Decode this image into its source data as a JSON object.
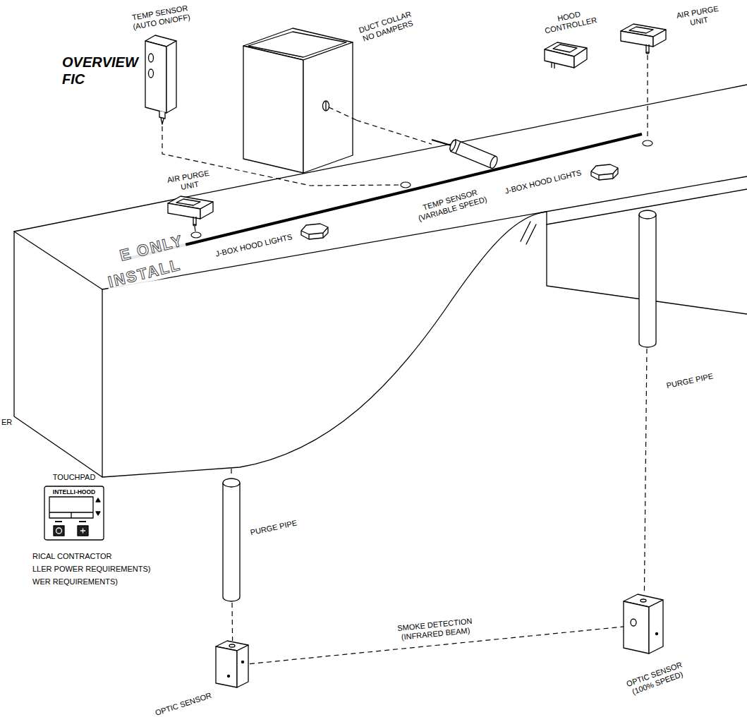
{
  "diagram": {
    "title": "OVERVIEW FIC",
    "nodes": [
      {
        "text": [
          "TEMP SENSOR (AUTO ON/OFF)"
        ]
      },
      {
        "text": [
          "DUCT COLLAR NO DAMPERS"
        ]
      },
      {
        "text": [
          "HOOD CONTROLLER"
        ]
      },
      {
        "text": [
          "AIR PURGE UNIT"
        ]
      },
      {
        "text": [
          "AIR PURGE UNIT"
        ]
      },
      {
        "text": [
          "TEMP SENSOR (VARIABLE SPEED)"
        ]
      },
      {
        "text": [
          "J-BOX HOOD LIGHTS"
        ]
      },
      {
        "text": [
          "J-BOX HOOD LIGHTS"
        ]
      },
      {
        "text": [
          "PURGE PIPE"
        ]
      },
      {
        "text": [
          "TOUCHPAD",
          "INTELLI-HOOD"
        ]
      },
      {
        "text": [
          "PURGE PIPE"
        ]
      },
      {
        "text": [
          "OPTIC SENSOR (100% SPEED)"
        ]
      },
      {
        "text": [
          "OPTIC SENSOR"
        ]
      }
    ],
    "edges": [
      {
        "from": 1,
        "to": 5,
        "arrow": "none"
      },
      {
        "from": 10,
        "to": 12,
        "arrow": "none"
      },
      {
        "from": 8,
        "to": 11,
        "arrow": "none"
      },
      {
        "from": 12,
        "to": 11,
        "label": "SMOKE DETECTION (INFRARED BEAM)",
        "arrow": "none"
      }
    ],
    "labels": [
      "E ONLY",
      "INSTALL",
      "ER",
      "RICAL CONTRACTOR",
      "LLER POWER REQUIREMENTS)",
      "WER REQUIREMENTS)"
    ]
  }
}
